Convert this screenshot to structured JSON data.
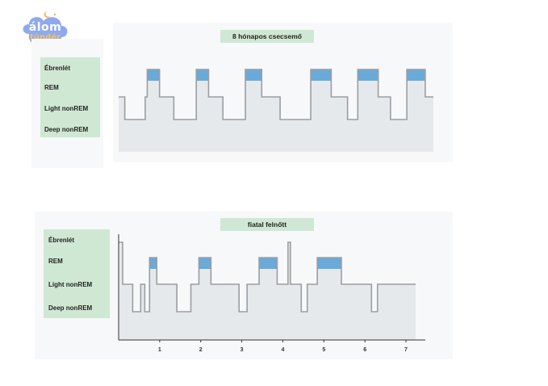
{
  "brand": {
    "logo_line1": "álom",
    "logo_line2": "tündér"
  },
  "legend": {
    "items": [
      "Ébrenlét",
      "REM",
      "Light nonREM",
      "Deep nonREM"
    ]
  },
  "colors": {
    "rem_fill": "#6aaad9",
    "hypnogram_fill": "#e6e9ec",
    "line": "#9a9ea3",
    "legend_bg": "#cfe8d3",
    "panel_bg": "#f7f8f9"
  },
  "chart_data": [
    {
      "type": "line",
      "title": "8 hónapos csecsemő",
      "y_categories": [
        "Ébrenlét",
        "REM",
        "Light nonREM",
        "Deep nonREM"
      ],
      "x_range": [
        0,
        7.7
      ],
      "steps": [
        {
          "x": 0.0,
          "stage": "Light nonREM"
        },
        {
          "x": 0.15,
          "stage": "Deep nonREM"
        },
        {
          "x": 0.65,
          "stage": "Light nonREM"
        },
        {
          "x": 0.7,
          "stage": "REM"
        },
        {
          "x": 1.0,
          "stage": "Light nonREM"
        },
        {
          "x": 1.35,
          "stage": "Deep nonREM"
        },
        {
          "x": 1.9,
          "stage": "REM"
        },
        {
          "x": 2.2,
          "stage": "Light nonREM"
        },
        {
          "x": 2.55,
          "stage": "Deep nonREM"
        },
        {
          "x": 3.1,
          "stage": "REM"
        },
        {
          "x": 3.5,
          "stage": "Light nonREM"
        },
        {
          "x": 3.95,
          "stage": "Deep nonREM"
        },
        {
          "x": 4.7,
          "stage": "REM"
        },
        {
          "x": 5.2,
          "stage": "Light nonREM"
        },
        {
          "x": 5.6,
          "stage": "Deep nonREM"
        },
        {
          "x": 5.85,
          "stage": "REM"
        },
        {
          "x": 6.35,
          "stage": "Light nonREM"
        },
        {
          "x": 6.65,
          "stage": "Deep nonREM"
        },
        {
          "x": 7.05,
          "stage": "REM"
        },
        {
          "x": 7.5,
          "stage": "Light nonREM"
        }
      ]
    },
    {
      "type": "line",
      "title": "fiatal felnőtt",
      "y_categories": [
        "Ébrenlét",
        "REM",
        "Light nonREM",
        "Deep nonREM"
      ],
      "x_ticks": [
        1,
        2,
        3,
        4,
        5,
        6,
        7
      ],
      "x_range": [
        0,
        7.4
      ],
      "steps": [
        {
          "x": 0.0,
          "stage": "Ébrenlét"
        },
        {
          "x": 0.1,
          "stage": "Light nonREM"
        },
        {
          "x": 0.35,
          "stage": "Deep nonREM"
        },
        {
          "x": 0.55,
          "stage": "Light nonREM"
        },
        {
          "x": 0.65,
          "stage": "Deep nonREM"
        },
        {
          "x": 0.77,
          "stage": "REM"
        },
        {
          "x": 0.95,
          "stage": "Light nonREM"
        },
        {
          "x": 1.45,
          "stage": "Deep nonREM"
        },
        {
          "x": 1.8,
          "stage": "Light nonREM"
        },
        {
          "x": 2.0,
          "stage": "REM"
        },
        {
          "x": 2.3,
          "stage": "Light nonREM"
        },
        {
          "x": 3.0,
          "stage": "Deep nonREM"
        },
        {
          "x": 3.2,
          "stage": "Light nonREM"
        },
        {
          "x": 3.5,
          "stage": "REM"
        },
        {
          "x": 3.95,
          "stage": "Light nonREM"
        },
        {
          "x": 4.22,
          "stage": "Ébrenlét"
        },
        {
          "x": 4.28,
          "stage": "Light nonREM"
        },
        {
          "x": 4.55,
          "stage": "Deep nonREM"
        },
        {
          "x": 4.7,
          "stage": "Light nonREM"
        },
        {
          "x": 4.95,
          "stage": "REM"
        },
        {
          "x": 5.55,
          "stage": "Light nonREM"
        },
        {
          "x": 6.3,
          "stage": "Deep nonREM"
        },
        {
          "x": 6.45,
          "stage": "Light nonREM"
        },
        {
          "x": 7.25,
          "stage": "Light nonREM"
        }
      ]
    }
  ]
}
